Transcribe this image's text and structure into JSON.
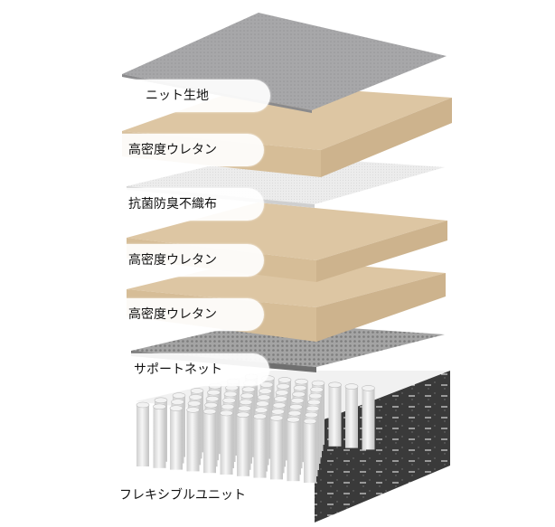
{
  "layers": [
    {
      "key": "knit",
      "label": "ニット生地"
    },
    {
      "key": "urethane-1",
      "label": "高密度ウレタン"
    },
    {
      "key": "antibacterial",
      "label": "抗菌防臭不織布"
    },
    {
      "key": "urethane-2",
      "label": "高密度ウレタン"
    },
    {
      "key": "urethane-3",
      "label": "高密度ウレタン"
    },
    {
      "key": "support-net",
      "label": "サポートネット"
    },
    {
      "key": "flexible-unit",
      "label": "フレキシブルユニット"
    }
  ],
  "colors": {
    "knit_top": "#a7a7a9",
    "urethane_top": "#ddc6a3",
    "urethane_side": "#cdb38d",
    "nonwoven_top": "#e9e9e9",
    "net_top": "#9c9c9c",
    "spring_cover": "#3b3b3b",
    "coil": "#e6e6e6"
  }
}
